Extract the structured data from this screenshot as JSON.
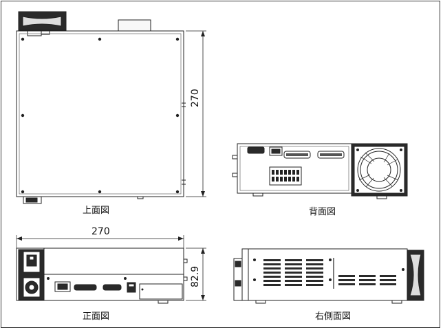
{
  "views": {
    "top": {
      "caption": "上面図",
      "dimension": "270"
    },
    "rear": {
      "caption": "背面図"
    },
    "front": {
      "caption": "正面図",
      "width_dimension": "270",
      "height_dimension": "82.9"
    },
    "right_side": {
      "caption": "右側面図"
    }
  },
  "colors": {
    "line": "#222222",
    "fill_dark": "#2a2a2a",
    "fill_light": "#f4f4f4"
  }
}
